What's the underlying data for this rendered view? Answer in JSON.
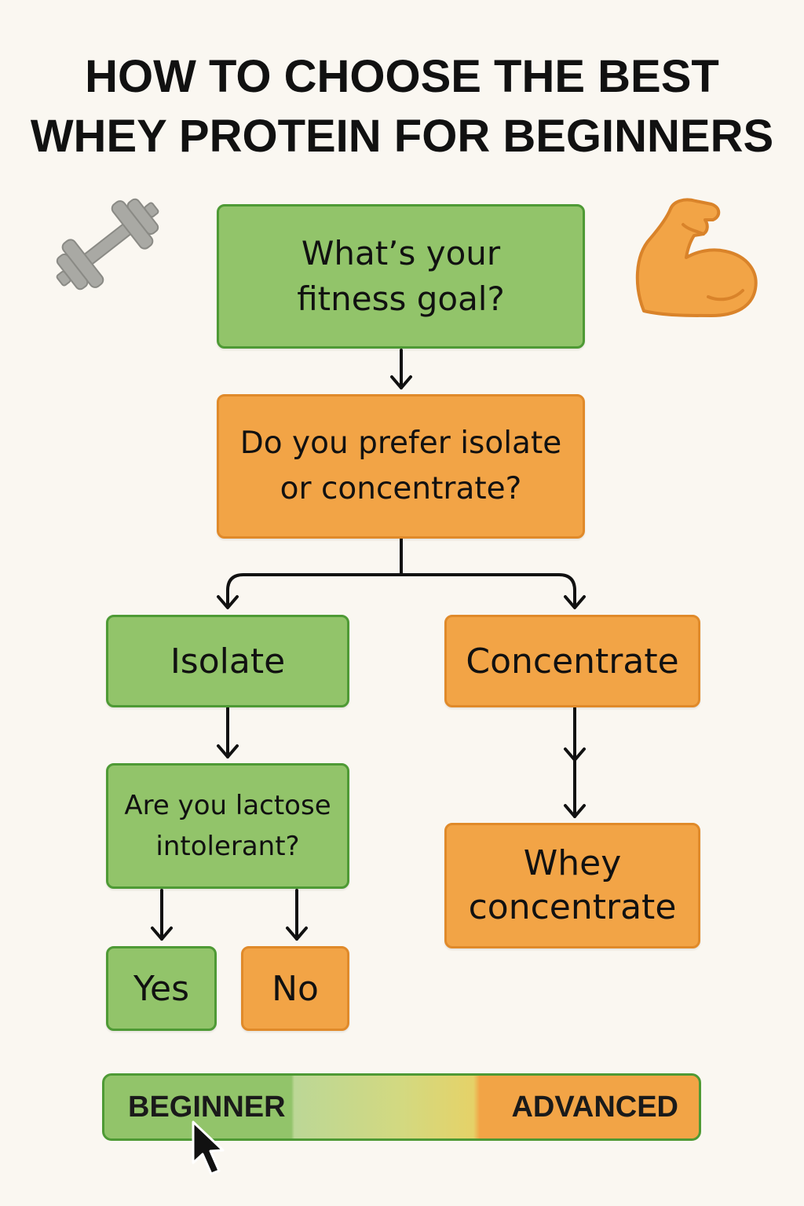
{
  "title": {
    "line1": "HOW TO CHOOSE THE BEST",
    "line2": "WHEY PROTEIN FOR BEGINNERS"
  },
  "nodes": {
    "fitness_goal": "What’s your fitness goal?",
    "isolate_or_concentrate": "Do you prefer isolate or concentrate?",
    "isolate": "Isolate",
    "concentrate": "Concentrate",
    "lactose": "Are you lactose intolerant?",
    "yes": "Yes",
    "no": "No",
    "whey_concentrate": "Whey concentrate"
  },
  "level_bar": {
    "left_label": "BEGINNER",
    "right_label": "ADVANCED",
    "colors": {
      "beginner": "#92c46a",
      "advanced": "#f2a446"
    }
  },
  "icons": {
    "left": "dumbbell-icon",
    "right": "flexed-bicep-icon",
    "pointer": "mouse-cursor-icon"
  },
  "colors": {
    "green_fill": "#92c46a",
    "green_border": "#4e9a35",
    "orange_fill": "#f2a446",
    "orange_border": "#e08a2a",
    "background": "#faf7f1"
  }
}
